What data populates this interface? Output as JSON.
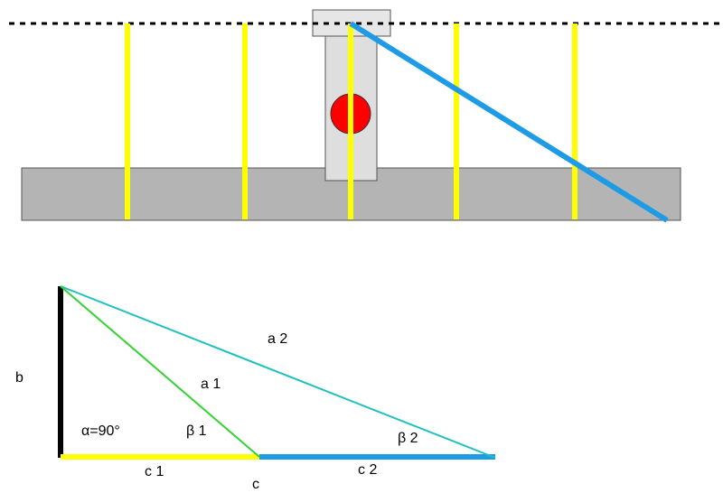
{
  "labels": {
    "b": "b",
    "a1": "a 1",
    "a2": "a 2",
    "alpha": "α=90°",
    "beta1": "β 1",
    "beta2": "β 2",
    "c1": "c 1",
    "c": "c",
    "c2": "c 2"
  },
  "colors": {
    "background": "#ffffff",
    "dashed_line": "#000000",
    "gray_bar": "#b4b4b4",
    "post": "#dedede",
    "post_cap": "#e6e6e6",
    "red_dot": "#ff0000",
    "yellow": "#ffff00",
    "blue": "#1e9be6",
    "teal": "#20c0c0",
    "green": "#32d232",
    "black": "#000000"
  }
}
